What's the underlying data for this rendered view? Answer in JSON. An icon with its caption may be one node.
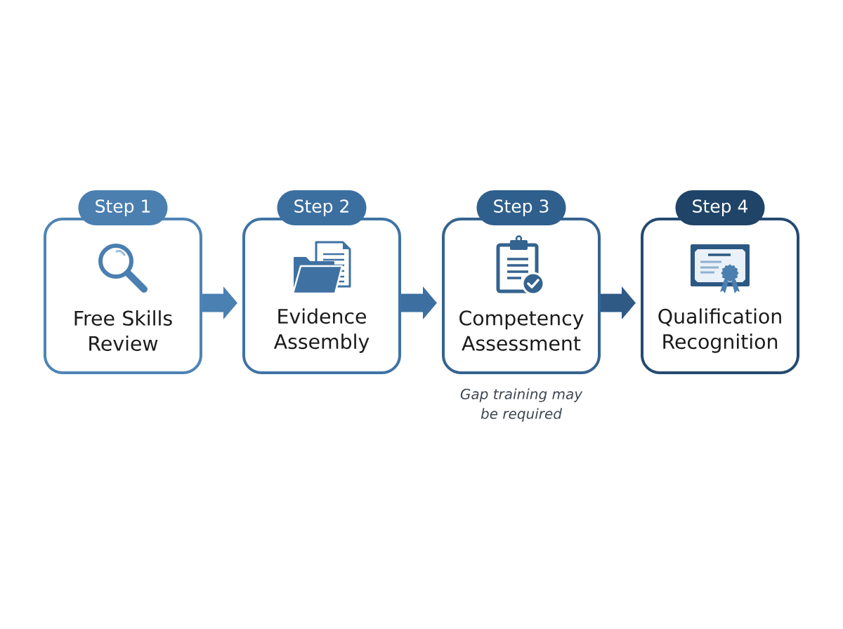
{
  "diagram": {
    "nodes": [
      {
        "text": [
          "Step 1",
          "Free Skills Review"
        ]
      },
      {
        "text": [
          "Step 2",
          "Evidence Assembly"
        ]
      },
      {
        "text": [
          "Step 3",
          "Competency Assessment"
        ],
        "beside": [
          "Gap training may be required"
        ]
      },
      {
        "text": [
          "Step 4",
          "Qualification Recognition"
        ]
      }
    ],
    "edges": [
      {
        "from": 0,
        "to": 1,
        "arrow": "to",
        "color": "#4a80b2"
      },
      {
        "from": 1,
        "to": 2,
        "arrow": "to",
        "color": "#3d70a0"
      },
      {
        "from": 2,
        "to": 3,
        "arrow": "to",
        "color": "#2f5a86"
      }
    ]
  }
}
